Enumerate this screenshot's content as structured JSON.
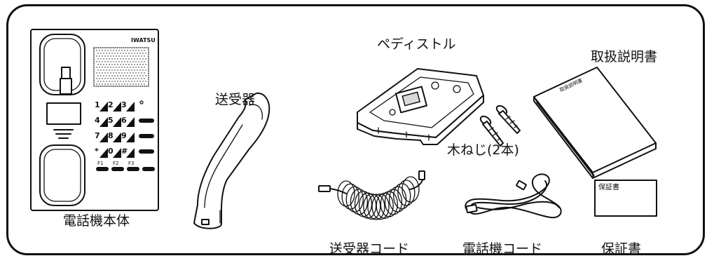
{
  "items": [
    {
      "id": "phone-base",
      "label": "電話機本体"
    },
    {
      "id": "handset",
      "label": "送受器"
    },
    {
      "id": "pedestal",
      "label": "ペディストル"
    },
    {
      "id": "screws",
      "label": "木ねじ(2本)"
    },
    {
      "id": "manual",
      "label": "取扱説明書"
    },
    {
      "id": "handset-cord",
      "label": "送受器コード"
    },
    {
      "id": "phone-cord",
      "label": "電話機コード"
    },
    {
      "id": "warranty",
      "label": "保証書"
    }
  ],
  "phone": {
    "brand": "IWATSU",
    "keys": [
      "1",
      "2",
      "3",
      "4",
      "5",
      "6",
      "7",
      "8",
      "9",
      "*",
      "0",
      "#"
    ],
    "function_keys": [
      "F1",
      "F2",
      "F3"
    ]
  },
  "warranty_card_text": "保証書",
  "manual_cover_text": "取扱説明書"
}
